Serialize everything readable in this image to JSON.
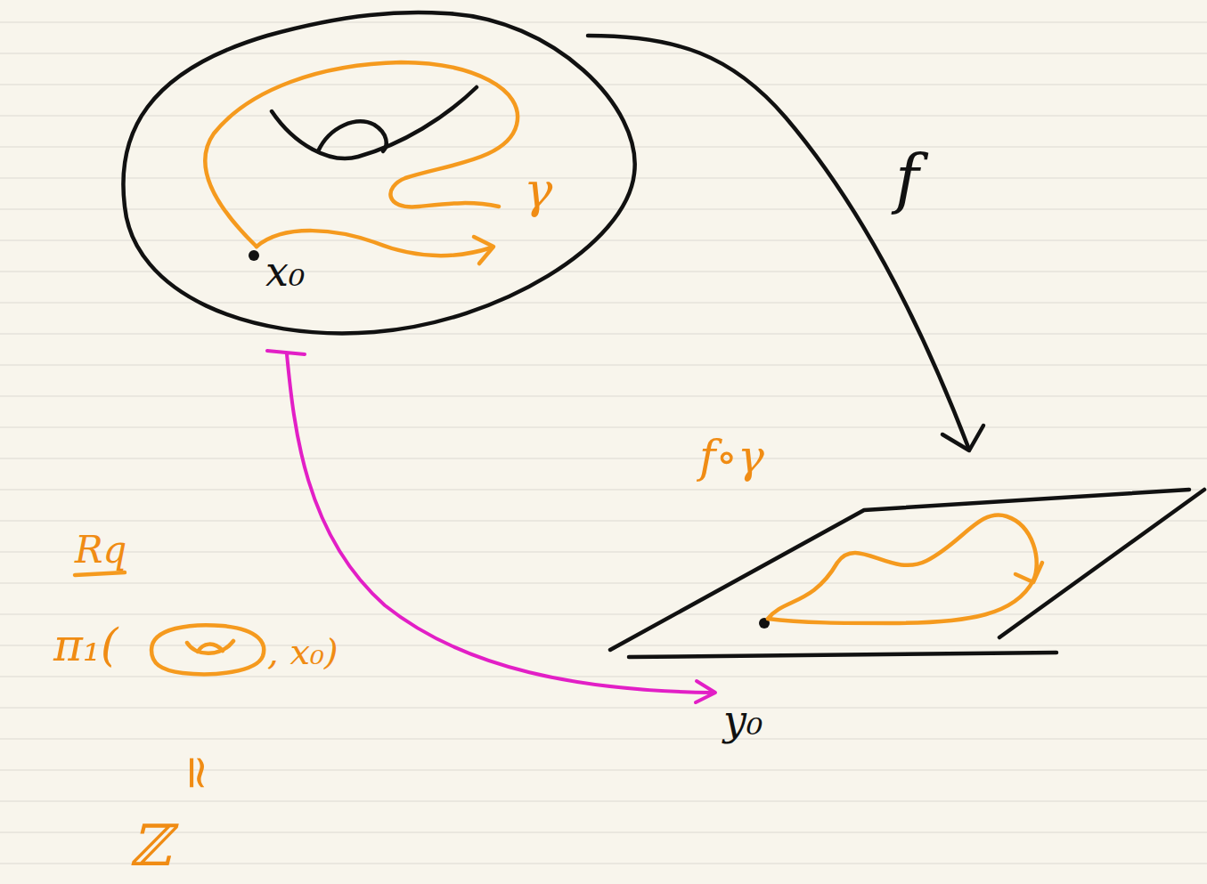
{
  "diagram": {
    "labels": [
      "f",
      "γ",
      "x₀",
      "f∘γ",
      "y₀",
      "Rq",
      "π₁(",
      ", x₀)",
      "≃",
      "ℤ"
    ]
  }
}
